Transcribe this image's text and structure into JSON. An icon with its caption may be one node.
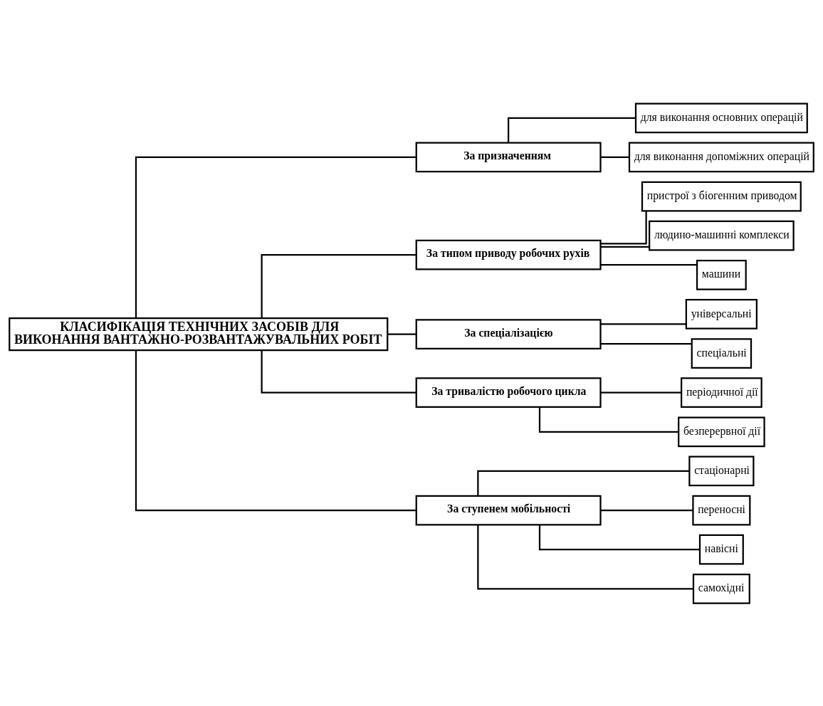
{
  "diagram": {
    "nodes": [
      {
        "text": [
          "КЛАСИФІКАЦІЯ ТЕХНІЧНИХ ЗАСОБІВ ДЛЯ ВИКОНАННЯ ВАНТАЖНО-РОЗВАНТАЖУВАЛЬНИХ РОБІТ"
        ]
      },
      {
        "text": [
          "За призначенням"
        ]
      },
      {
        "text": [
          "для виконання основних операцій"
        ]
      },
      {
        "text": [
          "для виконання допоміжних операцій"
        ]
      },
      {
        "text": [
          "За типом приводу робочих рухів"
        ]
      },
      {
        "text": [
          "пристрої з біогенним приводом"
        ]
      },
      {
        "text": [
          "людино-машинні комплекси"
        ]
      },
      {
        "text": [
          "машини"
        ]
      },
      {
        "text": [
          "За спеціалізацією"
        ]
      },
      {
        "text": [
          "універсальні"
        ]
      },
      {
        "text": [
          "спеціальні"
        ]
      },
      {
        "text": [
          "За тривалістю робочого цикла"
        ]
      },
      {
        "text": [
          "періодичної дії"
        ]
      },
      {
        "text": [
          "безперервної дії"
        ]
      },
      {
        "text": [
          "За ступенем мобільності"
        ]
      },
      {
        "text": [
          "стаціонарні"
        ]
      },
      {
        "text": [
          "переносні"
        ]
      },
      {
        "text": [
          "навісні"
        ]
      },
      {
        "text": [
          "самохідні"
        ]
      }
    ],
    "edges": [
      {
        "from": 0,
        "to": 1,
        "arrow": "none"
      },
      {
        "from": 0,
        "to": 4,
        "arrow": "none"
      },
      {
        "from": 0,
        "to": 8,
        "arrow": "none"
      },
      {
        "from": 0,
        "to": 11,
        "arrow": "none"
      },
      {
        "from": 0,
        "to": 14,
        "arrow": "none"
      },
      {
        "from": 1,
        "to": 2,
        "arrow": "none"
      },
      {
        "from": 1,
        "to": 3,
        "arrow": "none"
      },
      {
        "from": 4,
        "to": 5,
        "arrow": "none"
      },
      {
        "from": 4,
        "to": 6,
        "arrow": "none"
      },
      {
        "from": 4,
        "to": 7,
        "arrow": "none"
      },
      {
        "from": 8,
        "to": 9,
        "arrow": "none"
      },
      {
        "from": 8,
        "to": 10,
        "arrow": "none"
      },
      {
        "from": 11,
        "to": 12,
        "arrow": "none"
      },
      {
        "from": 11,
        "to": 13,
        "arrow": "none"
      },
      {
        "from": 14,
        "to": 15,
        "arrow": "none"
      },
      {
        "from": 14,
        "to": 16,
        "arrow": "none"
      },
      {
        "from": 14,
        "to": 17,
        "arrow": "none"
      },
      {
        "from": 14,
        "to": 18,
        "arrow": "none"
      }
    ]
  }
}
